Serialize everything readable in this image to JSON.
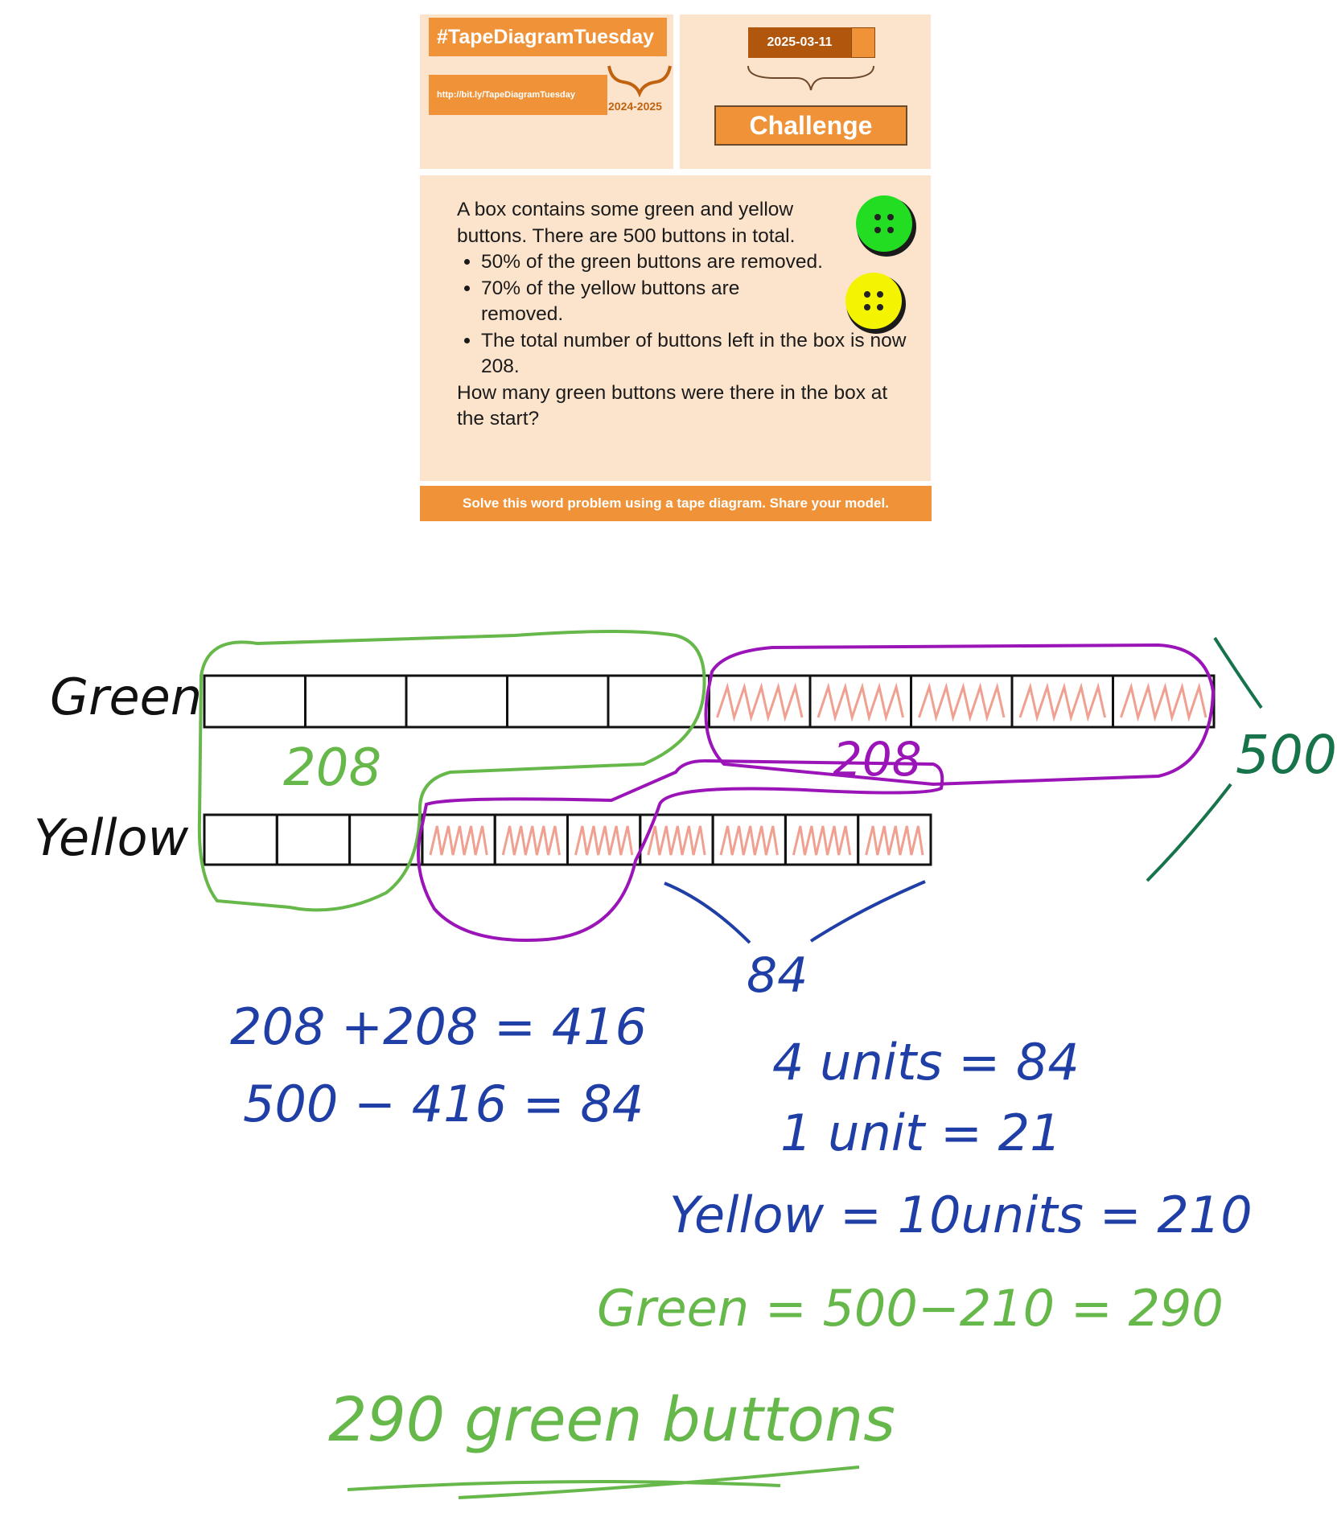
{
  "card": {
    "hashtag": "#TapeDiagramTuesday",
    "link": "http://bit.ly/TapeDiagramTuesday",
    "year": "2024-2025",
    "date": "2025-03-11",
    "badge": "Challenge",
    "problem_intro": "A box contains some green and yellow buttons. There are 500 buttons in total.",
    "bullets": [
      "50% of the green buttons are removed.",
      "70% of the yellow buttons are removed.",
      "The total number of buttons left in the box is now 208."
    ],
    "question": "How many green buttons were there in the box at the start?",
    "footer": "Solve this word problem using a tape diagram. Share your model."
  },
  "diagram": {
    "green_label": "Green",
    "yellow_label": "Yellow",
    "green_units": 10,
    "green_removed_from": 5,
    "yellow_units": 10,
    "yellow_removed_from": 3,
    "label_208_green": "208",
    "label_208_purple": "208",
    "label_500": "500",
    "label_84": "84"
  },
  "work": {
    "line1": "208 +208 = 416",
    "line2": "500 − 416 = 84",
    "line3": "4 units = 84",
    "line4": "1 unit = 21",
    "line5": "Yellow = 10units = 210",
    "line6": "Green = 500−210 = 290",
    "answer": "290 green buttons"
  },
  "colors": {
    "orange": "#ef9238",
    "dark_orange": "#b0560d",
    "panel": "#fce4cc",
    "green_ink": "#66b84a",
    "purple_ink": "#9a14b8",
    "blue_ink": "#1f3fa6",
    "dark_green_ink": "#16734a",
    "pink_hatch": "#f0a090"
  }
}
